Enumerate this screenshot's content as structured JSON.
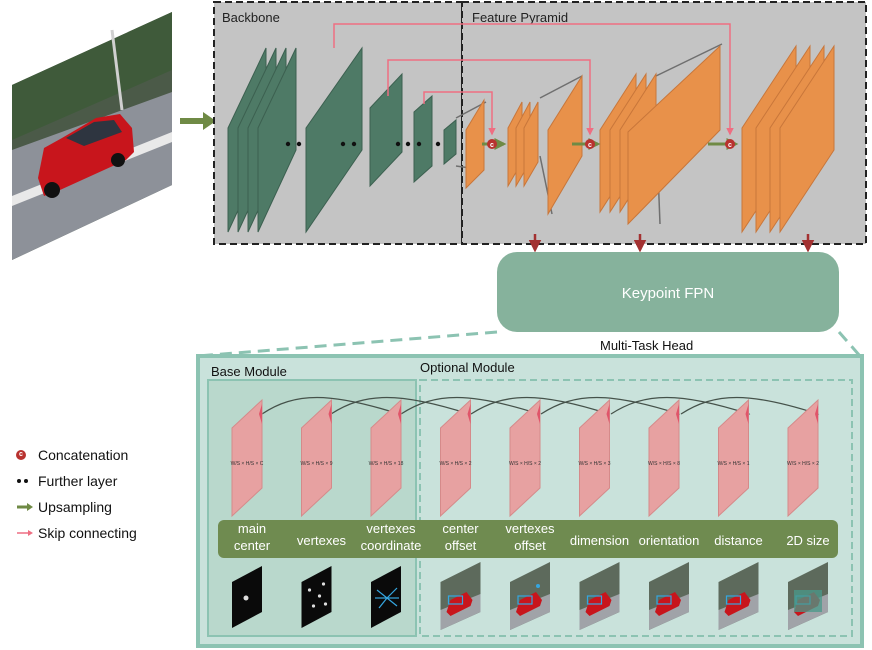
{
  "backbone": {
    "title": "Backbone"
  },
  "pyramid": {
    "title": "Feature Pyramid"
  },
  "keypoint_fpn": {
    "label": "Keypoint FPN"
  },
  "multitask_head": {
    "title": "Multi-Task Head"
  },
  "base_module": {
    "title": "Base Module"
  },
  "optional_module": {
    "title": "Optional Module"
  },
  "concat_marker": "c",
  "heads": [
    {
      "lines": [
        "main",
        "center"
      ],
      "dims": "W/S × H/S × C"
    },
    {
      "lines": [
        "vertexes"
      ],
      "dims": "W/S × H/S × 9"
    },
    {
      "lines": [
        "vertexes",
        "coordinate"
      ],
      "dims": "W/S × H/S × 18"
    },
    {
      "lines": [
        "center",
        "offset"
      ],
      "dims": "W/S × H/S × 2"
    },
    {
      "lines": [
        "vertexes",
        "offset"
      ],
      "dims": "W/S × H/S × 2"
    },
    {
      "lines": [
        "dimension"
      ],
      "dims": "W/S × H/S × 3"
    },
    {
      "lines": [
        "orientation"
      ],
      "dims": "W/S × H/S × 8"
    },
    {
      "lines": [
        "distance"
      ],
      "dims": "W/S × H/S × 1"
    },
    {
      "lines": [
        "2D size"
      ],
      "dims": "W/S × H/S × 2"
    }
  ],
  "legend": [
    {
      "icon": "concatenation-icon",
      "label": "Concatenation"
    },
    {
      "icon": "further-layer-icon",
      "label": "Further layer"
    },
    {
      "icon": "upsampling-arrow-icon",
      "label": "Upsampling"
    },
    {
      "icon": "skip-connection-arrow-icon",
      "label": "Skip connecting"
    }
  ],
  "colors": {
    "backbone_layer": "#4e7a66",
    "pyramid_layer": "#e8914a",
    "panel_gray": "#c4c4c4",
    "fpn_box": "#86b29c",
    "head_bg": "#c9e2db",
    "head_frame": "#8cc3b2",
    "label_bar": "#6f8b50",
    "feature_map": "#e7a1a1",
    "skip_arrow": "#ee6e82",
    "down_arrow": "#a33131",
    "upsample_arrow": "#6f8a45"
  }
}
